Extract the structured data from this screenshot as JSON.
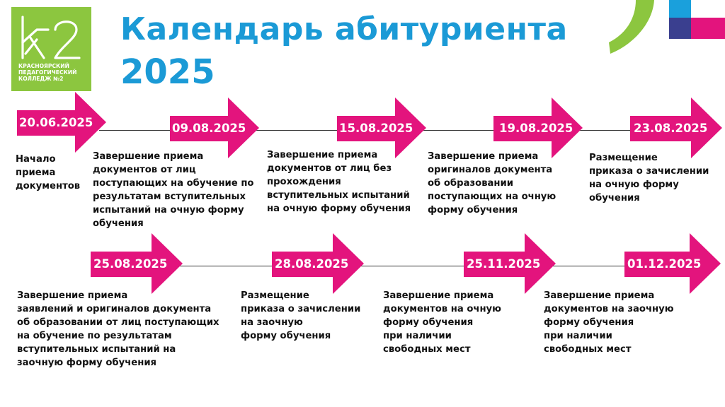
{
  "logo": {
    "text_lines": [
      "КРАСНОЯРСКИЙ",
      "ПЕДАГОГИЧЕСКИЙ",
      "КОЛЛЕДЖ №2"
    ],
    "color": "#8cc63f"
  },
  "header": {
    "title": "Календарь абитуриента",
    "year": "2025",
    "color": "#1b9ad6"
  },
  "colors": {
    "arrow": "#e3147d",
    "corner_green": "#8cc63f",
    "corner_blue": "#1aa0dc",
    "corner_navy": "#3a3f8f",
    "corner_pink": "#e3147d"
  },
  "timeline": {
    "row1": [
      {
        "date": "20.06.2025",
        "lines": [
          "Начало",
          "приема",
          "документов"
        ]
      },
      {
        "date": "09.08.2025",
        "lines": [
          "Завершение приема",
          "документов от лиц",
          "поступающих на обучение по",
          "результатам вступительных",
          "испытаний на очную форму",
          "обучения"
        ]
      },
      {
        "date": "15.08.2025",
        "lines": [
          "Завершение приема",
          "документов от лиц без",
          "прохождения",
          "вступительных испытаний",
          "на очную форму обучения"
        ]
      },
      {
        "date": "19.08.2025",
        "lines": [
          "Завершение приема",
          "оригиналов документа",
          "об образовании",
          "поступающих на очную",
          "форму обучения"
        ]
      },
      {
        "date": "23.08.2025",
        "lines": [
          "Размещение",
          "приказа о зачислении",
          "на очную форму",
          "обучения"
        ]
      }
    ],
    "row2": [
      {
        "date": "25.08.2025",
        "lines": [
          "Завершение приема",
          "заявлений и оригиналов документа",
          "об образовании от лиц поступающих",
          "на обучение по результатам",
          "вступительных испытаний на",
          "заочную форму обучения"
        ]
      },
      {
        "date": "28.08.2025",
        "lines": [
          "Размещение",
          "приказа о зачислении",
          "на заочную",
          "форму обучения"
        ]
      },
      {
        "date": "25.11.2025",
        "lines": [
          "Завершение приема",
          "документов на очную",
          "форму обучения",
          "при наличии",
          "свободных мест"
        ]
      },
      {
        "date": "01.12.2025",
        "lines": [
          "Завершение приема",
          "документов на заочную",
          "форму обучения",
          "при наличии",
          "свободных мест"
        ]
      }
    ]
  }
}
